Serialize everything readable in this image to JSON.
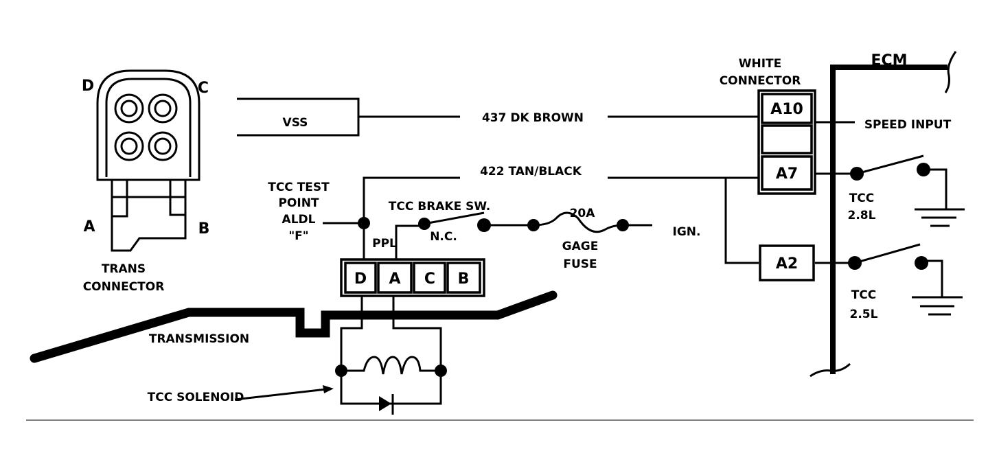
{
  "trans_connector": {
    "pins": {
      "d": "D",
      "c": "C",
      "a": "A",
      "b": "B"
    },
    "label_line1": "TRANS",
    "label_line2": "CONNECTOR"
  },
  "vss": {
    "label": "VSS"
  },
  "wires": {
    "brown": "437 DK BROWN",
    "tan_black": "422 TAN/BLACK",
    "ppl": "PPL"
  },
  "test_point": {
    "line1": "TCC TEST",
    "line2": "POINT",
    "line3": "ALDL",
    "line4": "\"F\""
  },
  "brake_switch": {
    "label": "TCC BRAKE SW.",
    "state": "N.C."
  },
  "fuse": {
    "rating": "20A",
    "line1": "GAGE",
    "line2": "FUSE"
  },
  "ign": "IGN.",
  "trans_terminal": {
    "cells": [
      "D",
      "A",
      "C",
      "B"
    ]
  },
  "transmission": "TRANSMISSION",
  "solenoid": "TCC SOLENOID",
  "white_connector": {
    "line1": "WHITE",
    "line2": "CONNECTOR",
    "pins": [
      "A10",
      "",
      "A7"
    ],
    "a2": "A2"
  },
  "ecm": {
    "label": "ECM",
    "speed_input": "SPEED INPUT",
    "tcc_28": {
      "line1": "TCC",
      "line2": "2.8L"
    },
    "tcc_25": {
      "line1": "TCC",
      "line2": "2.5L"
    }
  }
}
